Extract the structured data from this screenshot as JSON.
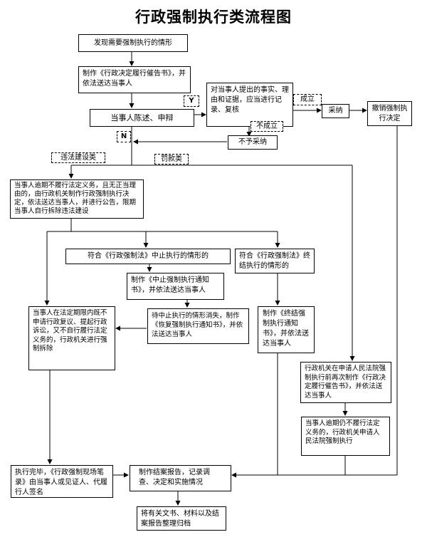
{
  "title": "行政强制执行类流程图",
  "nodes": {
    "discover": "发现需要强制执行的情形",
    "notice": "制作《行政决定履行催告书》，并依法送达当事人",
    "statement": "当事人陈述、申辩",
    "review": "对当事人提出的事实、理由和证据，应当进行记录、复核",
    "adopt": "采纳",
    "revoke": "撤销强制执行决定",
    "reject": "不予采纳",
    "demolish_decision": "当事人逾期不履行法定义务，且无正当理由的，由行政机关制作行政强制执行决定，依法送达当事人，并进行公告，限期当事人自行拆除违法建设",
    "suspend_case": "符合《行政强制法》中止执行的情形的",
    "terminate_case": "符合《行政强制法》终结执行的情形的",
    "suspend_notice": "制作《中止强制执行通知书》，并依法送达当事人",
    "resume_notice": "待中止执行的情形消失，制作《恢复强制执行通知书》，并依法送达当事人",
    "terminate_notice": "制作《终结强制执行通知书》，并依法送达当事人",
    "force_demolish": "当事人在法定期限内既不申请行政复议、提起行政诉讼，又不自行履行法定义务的，行政机关进行强制拆除",
    "court_notice": "行政机关在申请人民法院强制执行前再次制作《行政决定履行催告书》，并依法送达当事人",
    "court_apply": "当事人逾期仍不履行法定义务的，行政机关申请人民法院强制执行",
    "execute_done": "执行完毕，《行政强制现场笔录》由当事人或见证人、代履行人签名",
    "report": "制作结案报告，记录调查、决定和实施情况",
    "archive": "将有关文书、材料以及结案报告整理归档"
  },
  "labels": {
    "yes": "Y",
    "no": "N",
    "established": "成立",
    "not_established": "不成立",
    "illegal_building": "违法建设类",
    "fine": "罚款类"
  }
}
